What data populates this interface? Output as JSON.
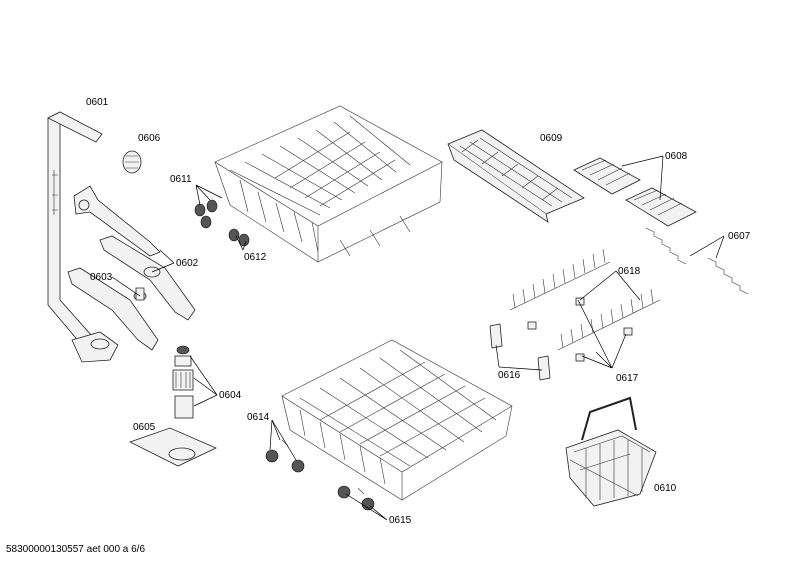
{
  "labels": {
    "p0601": "0601",
    "p0602": "0602",
    "p0603": "0603",
    "p0604": "0604",
    "p0605": "0605",
    "p0606": "0606",
    "p0607": "0607",
    "p0608": "0608",
    "p0609": "0609",
    "p0610": "0610",
    "p0611": "0611",
    "p0612": "0612",
    "p0614": "0614",
    "p0615": "0615",
    "p0616": "0616",
    "p0617": "0617",
    "p0618": "0618"
  },
  "footer": "58300000130557 aet 000 a 6/6"
}
